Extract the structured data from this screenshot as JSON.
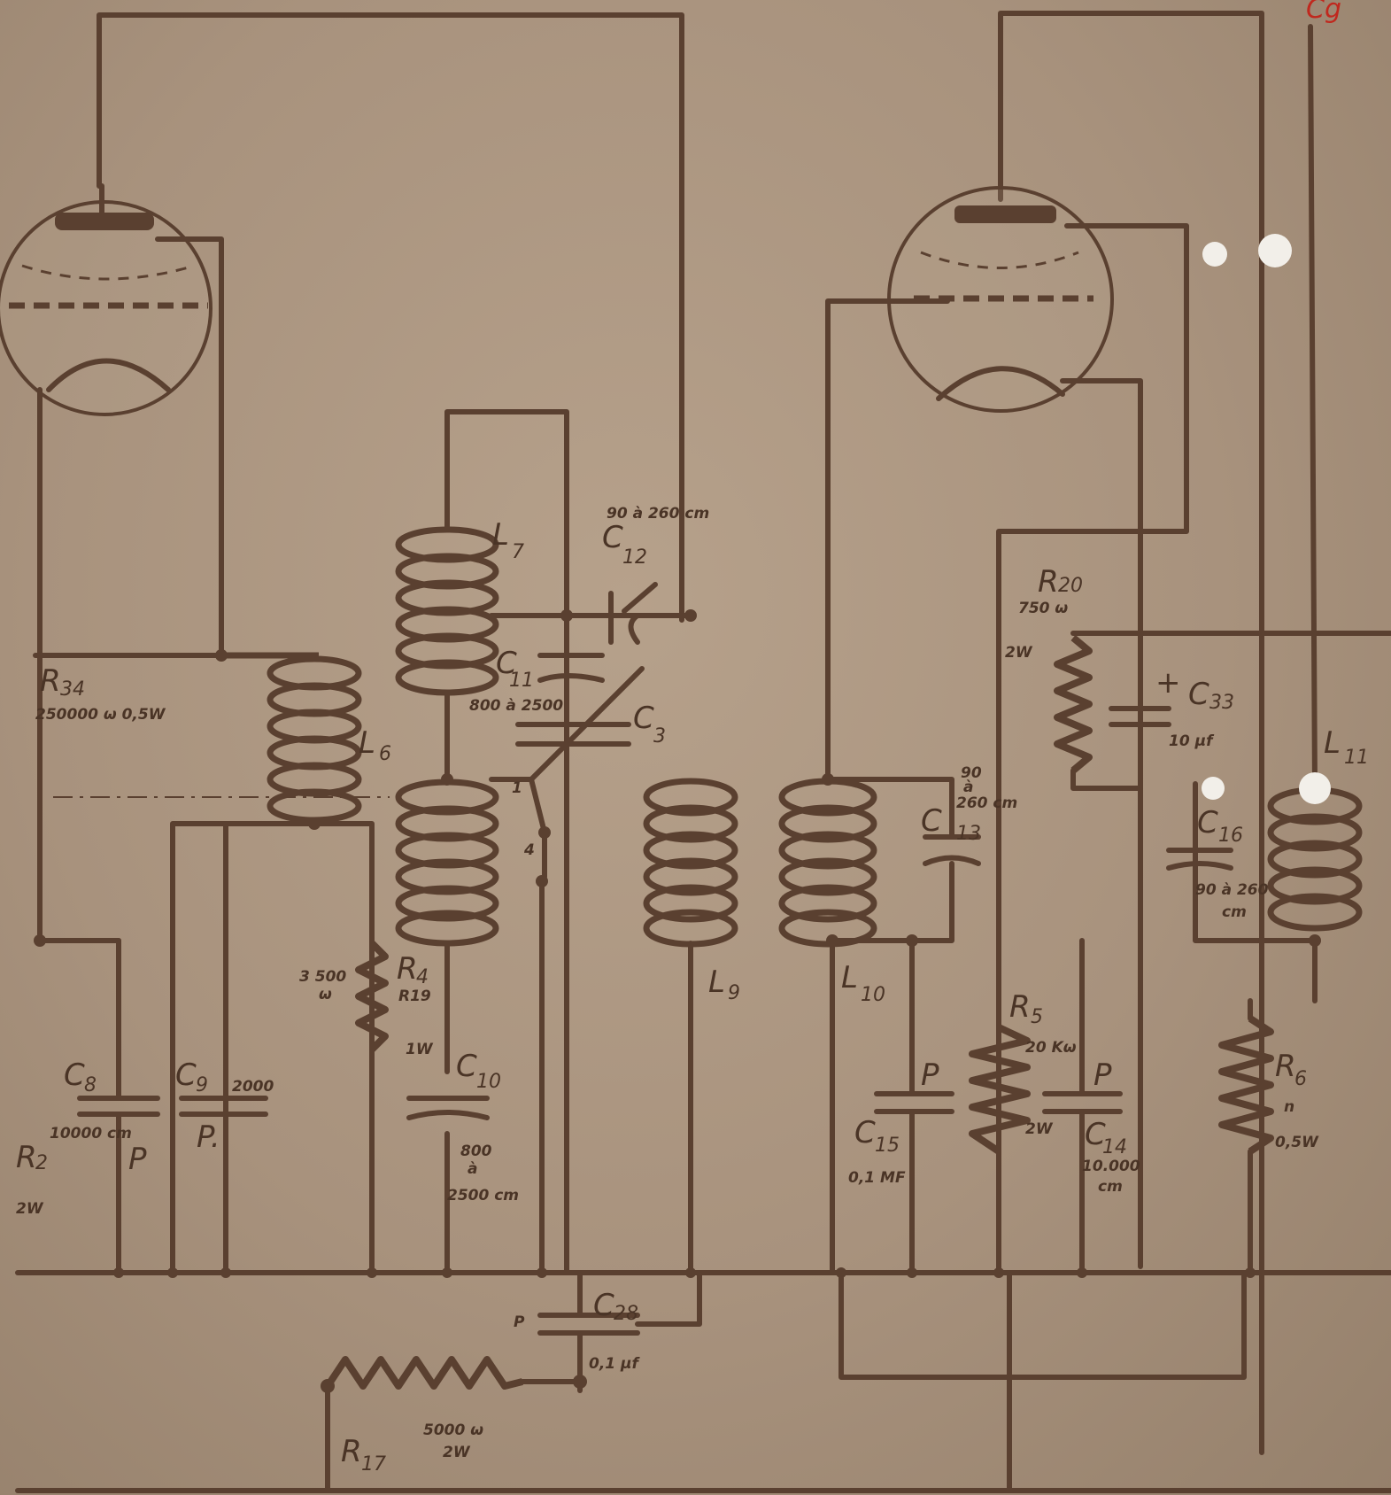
{
  "labels": {
    "L6": "L",
    "L6_sub": "6",
    "L7": "L",
    "L7_sub": "7",
    "L9": "L",
    "L9_sub": "9",
    "L10": "L",
    "L10_sub": "10",
    "L11": "L",
    "L11_sub": "11",
    "C3": "C",
    "C3_sub": "3",
    "C8": "C",
    "C8_sub": "8",
    "C9": "C",
    "C9_sub": "9",
    "C10": "C",
    "C10_sub": "10",
    "C11": "C",
    "C11_sub": "11",
    "C12": "C",
    "C12_sub": "12",
    "C13": "C",
    "C13_sub": "13",
    "C14": "C",
    "C14_sub": "14",
    "C15": "C",
    "C15_sub": "15",
    "C16": "C",
    "C16_sub": "16",
    "C28": "C",
    "C28_sub": "28",
    "C33": "C",
    "C33_sub": "33",
    "R4": "R",
    "R4_sub": "4",
    "R5": "R",
    "R5_sub": "5",
    "R6": "R",
    "R6_sub": "6",
    "R12": "R",
    "R12_sub": "2",
    "R17": "R",
    "R17_sub": "17",
    "R20": "R",
    "R20_sub": "20",
    "R34": "R",
    "R34_sub": "34"
  },
  "values": {
    "c12_range": "90 à 260 cm",
    "c11_range": "800 à 2500",
    "c10_v1": "800",
    "c10_v2": "à",
    "c10_v3": "2500 cm",
    "r34_value": "250000 ω 0,5W",
    "r4_value_a": "3 500",
    "r4_value_b": "ω",
    "r4_watt": "1W",
    "r4_r19": "R19",
    "c8_value": "10000 cm",
    "c8_p": "P",
    "c9_value": "2000",
    "c9_p": "P.",
    "r12_value": "2W",
    "c13_v1": "90",
    "c13_v2": "à",
    "c13_v3": "260 cm",
    "r20_value": "750 ω",
    "r20_watt": "2W",
    "c33_plus": "+",
    "c33_value": "10 µf",
    "c16_value": "90 à 260",
    "c16_unit": "cm",
    "r5_value": "20 Kω",
    "r5_watt": "2W",
    "c14_p": "P",
    "c14_v1": "10.000",
    "c14_v2": "cm",
    "c15_p": "P",
    "c15_value": "0,1 MF",
    "r6_value": "n",
    "r6_watt": "0,5W",
    "c28_p": "P",
    "c28_value": "0,1 µf",
    "r17_value": "5000 ω",
    "r17_watt": "2W",
    "switch_4": "4",
    "switch_1": "1",
    "corner_mark": "Cg"
  }
}
